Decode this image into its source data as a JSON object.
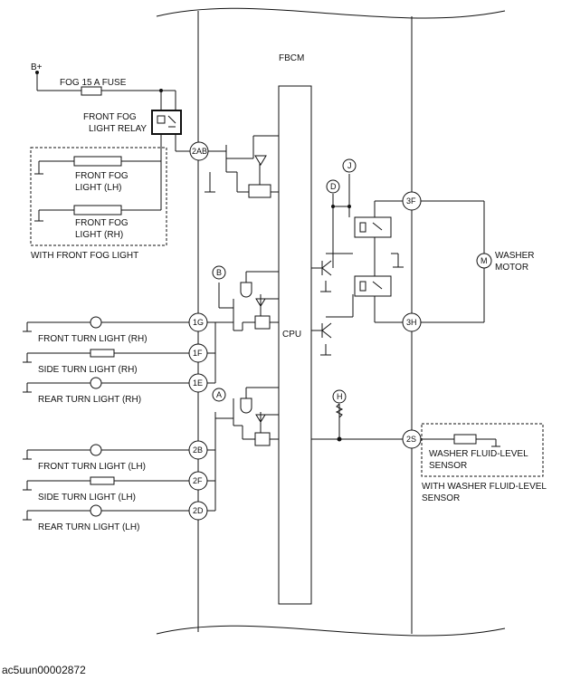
{
  "labels": {
    "module": "FBCM",
    "cpu": "CPU",
    "battery": "B+",
    "fuse": "FOG 15 A FUSE",
    "relay_line1": "FRONT FOG",
    "relay_line2": "LIGHT RELAY",
    "fog_lh_line1": "FRONT FOG",
    "fog_lh_line2": "LIGHT (LH)",
    "fog_rh_line1": "FRONT FOG",
    "fog_rh_line2": "LIGHT (RH)",
    "fog_option": "WITH FRONT FOG LIGHT",
    "washer_line1": "WASHER",
    "washer_line2": "MOTOR",
    "washer_motor_symbol": "M",
    "front_turn_rh": "FRONT TURN LIGHT (RH)",
    "side_turn_rh": "SIDE TURN LIGHT (RH)",
    "rear_turn_rh": "REAR TURN LIGHT (RH)",
    "front_turn_lh": "FRONT TURN LIGHT (LH)",
    "side_turn_lh": "SIDE TURN LIGHT (LH)",
    "rear_turn_lh": "REAR TURN LIGHT (LH)",
    "fluid_sensor_line1": "WASHER FLUID-LEVEL",
    "fluid_sensor_line2": "SENSOR",
    "fluid_option_line1": "WITH WASHER FLUID-LEVEL",
    "fluid_option_line2": "SENSOR",
    "caption": "ac5uun00002872"
  },
  "pins": {
    "p2ab": "2AB",
    "p1g": "1G",
    "p1f": "1F",
    "p1e": "1E",
    "p2b": "2B",
    "p2f": "2F",
    "p2d": "2D",
    "p3f": "3F",
    "p3h": "3H",
    "p2s": "2S"
  },
  "markers": {
    "a": "A",
    "b": "B",
    "d": "D",
    "h": "H",
    "j": "J"
  }
}
